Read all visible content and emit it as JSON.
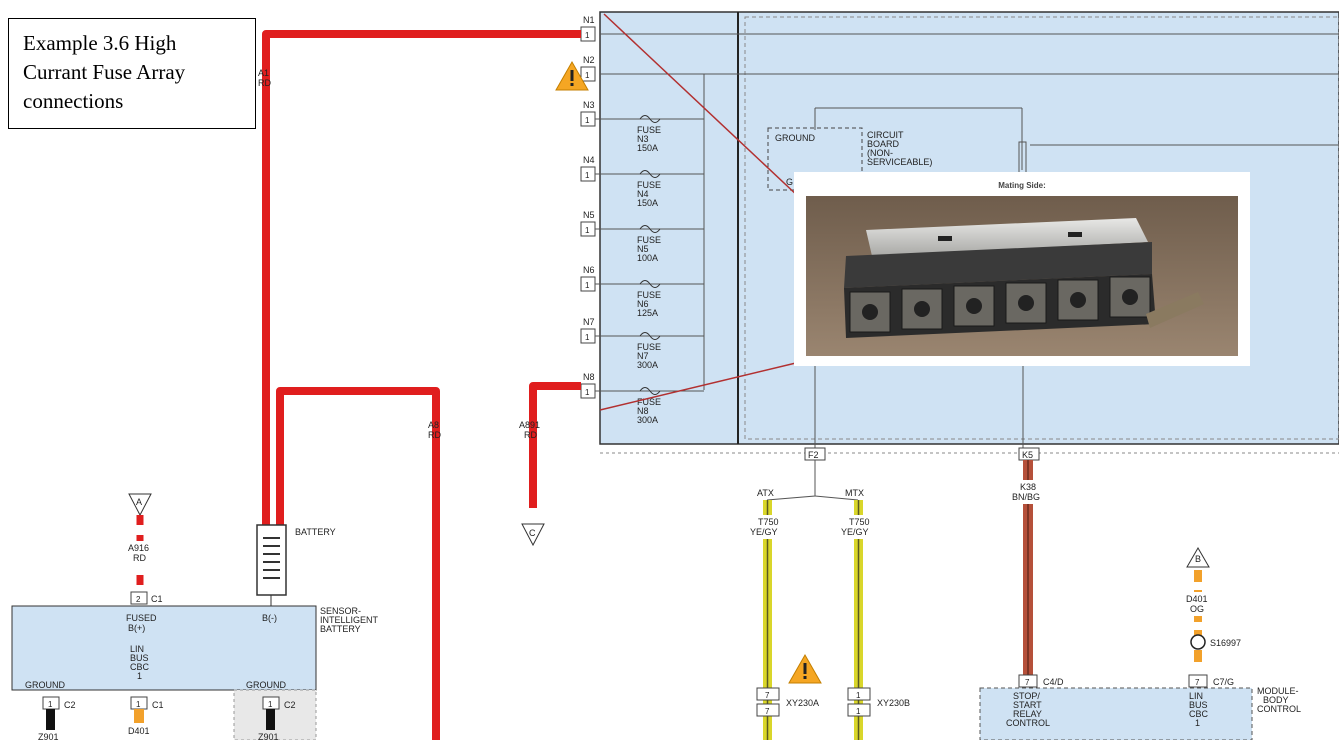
{
  "caption": "Example 3.6 High Currant Fuse Array connections",
  "photo": {
    "title": "Mating Side:"
  },
  "connectors": {
    "n1": "N1",
    "n2": "N2",
    "n3": "N3",
    "n4": "N4",
    "n5": "N5",
    "n6": "N6",
    "n7": "N7",
    "n8": "N8",
    "pin": "1"
  },
  "fuses": [
    {
      "label": "FUSE",
      "id": "N3",
      "rating": "150A"
    },
    {
      "label": "FUSE",
      "id": "N4",
      "rating": "150A"
    },
    {
      "label": "FUSE",
      "id": "N5",
      "rating": "100A"
    },
    {
      "label": "FUSE",
      "id": "N6",
      "rating": "125A"
    },
    {
      "label": "FUSE",
      "id": "N7",
      "rating": "300A"
    },
    {
      "label": "FUSE",
      "id": "N8",
      "rating": "300A"
    }
  ],
  "circuit_board": {
    "ground": "GROUND",
    "line1": "CIRCUIT",
    "line2": "BOARD",
    "line3": "(NON-",
    "line4": "SERVICEABLE)",
    "g": "G"
  },
  "wires": {
    "a1_code": "A1",
    "a1_color": "RD",
    "a8_code": "A8",
    "a8_color": "RD",
    "a891_code": "A891",
    "a891_color": "RD",
    "a916_code": "A916",
    "a916_color": "RD",
    "k38_code": "K38",
    "k38_color": "BN/BG",
    "t750a_code": "T750",
    "t750a_color": "YE/GY",
    "t750b_code": "T750",
    "t750b_color": "YE/GY",
    "d401_code": "D401",
    "d401_color": "OG"
  },
  "pins": {
    "f2": "F2",
    "k5": "K5",
    "c1": "C1",
    "c2": "C2",
    "c4d": "C4/D",
    "c7g": "C7/G",
    "two": "2",
    "one": "1",
    "seven": "7"
  },
  "trans": {
    "atx": "ATX",
    "mtx": "MTX",
    "xy230a": "XY230A",
    "xy230b": "XY230B"
  },
  "refs": {
    "a": "A",
    "b": "B",
    "c": "C"
  },
  "battery": {
    "label": "BATTERY",
    "neg": "B(-)"
  },
  "sensor": {
    "line1": "SENSOR-",
    "line2": "INTELLIGENT",
    "line3": "BATTERY"
  },
  "module_left": {
    "fused": "FUSED",
    "bplus": "B(+)",
    "lin": "LIN",
    "bus": "BUS",
    "cbc": "CBC",
    "one": "1",
    "ground": "GROUND"
  },
  "ground_right": "GROUND",
  "grounds": {
    "z901a": "Z901",
    "z901b": "Z901",
    "d401": "D401"
  },
  "splice": "S16997",
  "module_body": {
    "line1": "MODULE-",
    "line2": "BODY",
    "line3": "CONTROL",
    "stop1": "STOP/",
    "stop2": "START",
    "stop3": "RELAY",
    "stop4": "CONTROL",
    "lin": "LIN",
    "bus": "BUS",
    "cbc": "CBC",
    "one": "1"
  },
  "colors": {
    "red": "#e01e1e",
    "panel": "#cfe2f3",
    "yellow": "#d9d62a",
    "brown": "#b5503a",
    "orange": "#f2a12b"
  }
}
